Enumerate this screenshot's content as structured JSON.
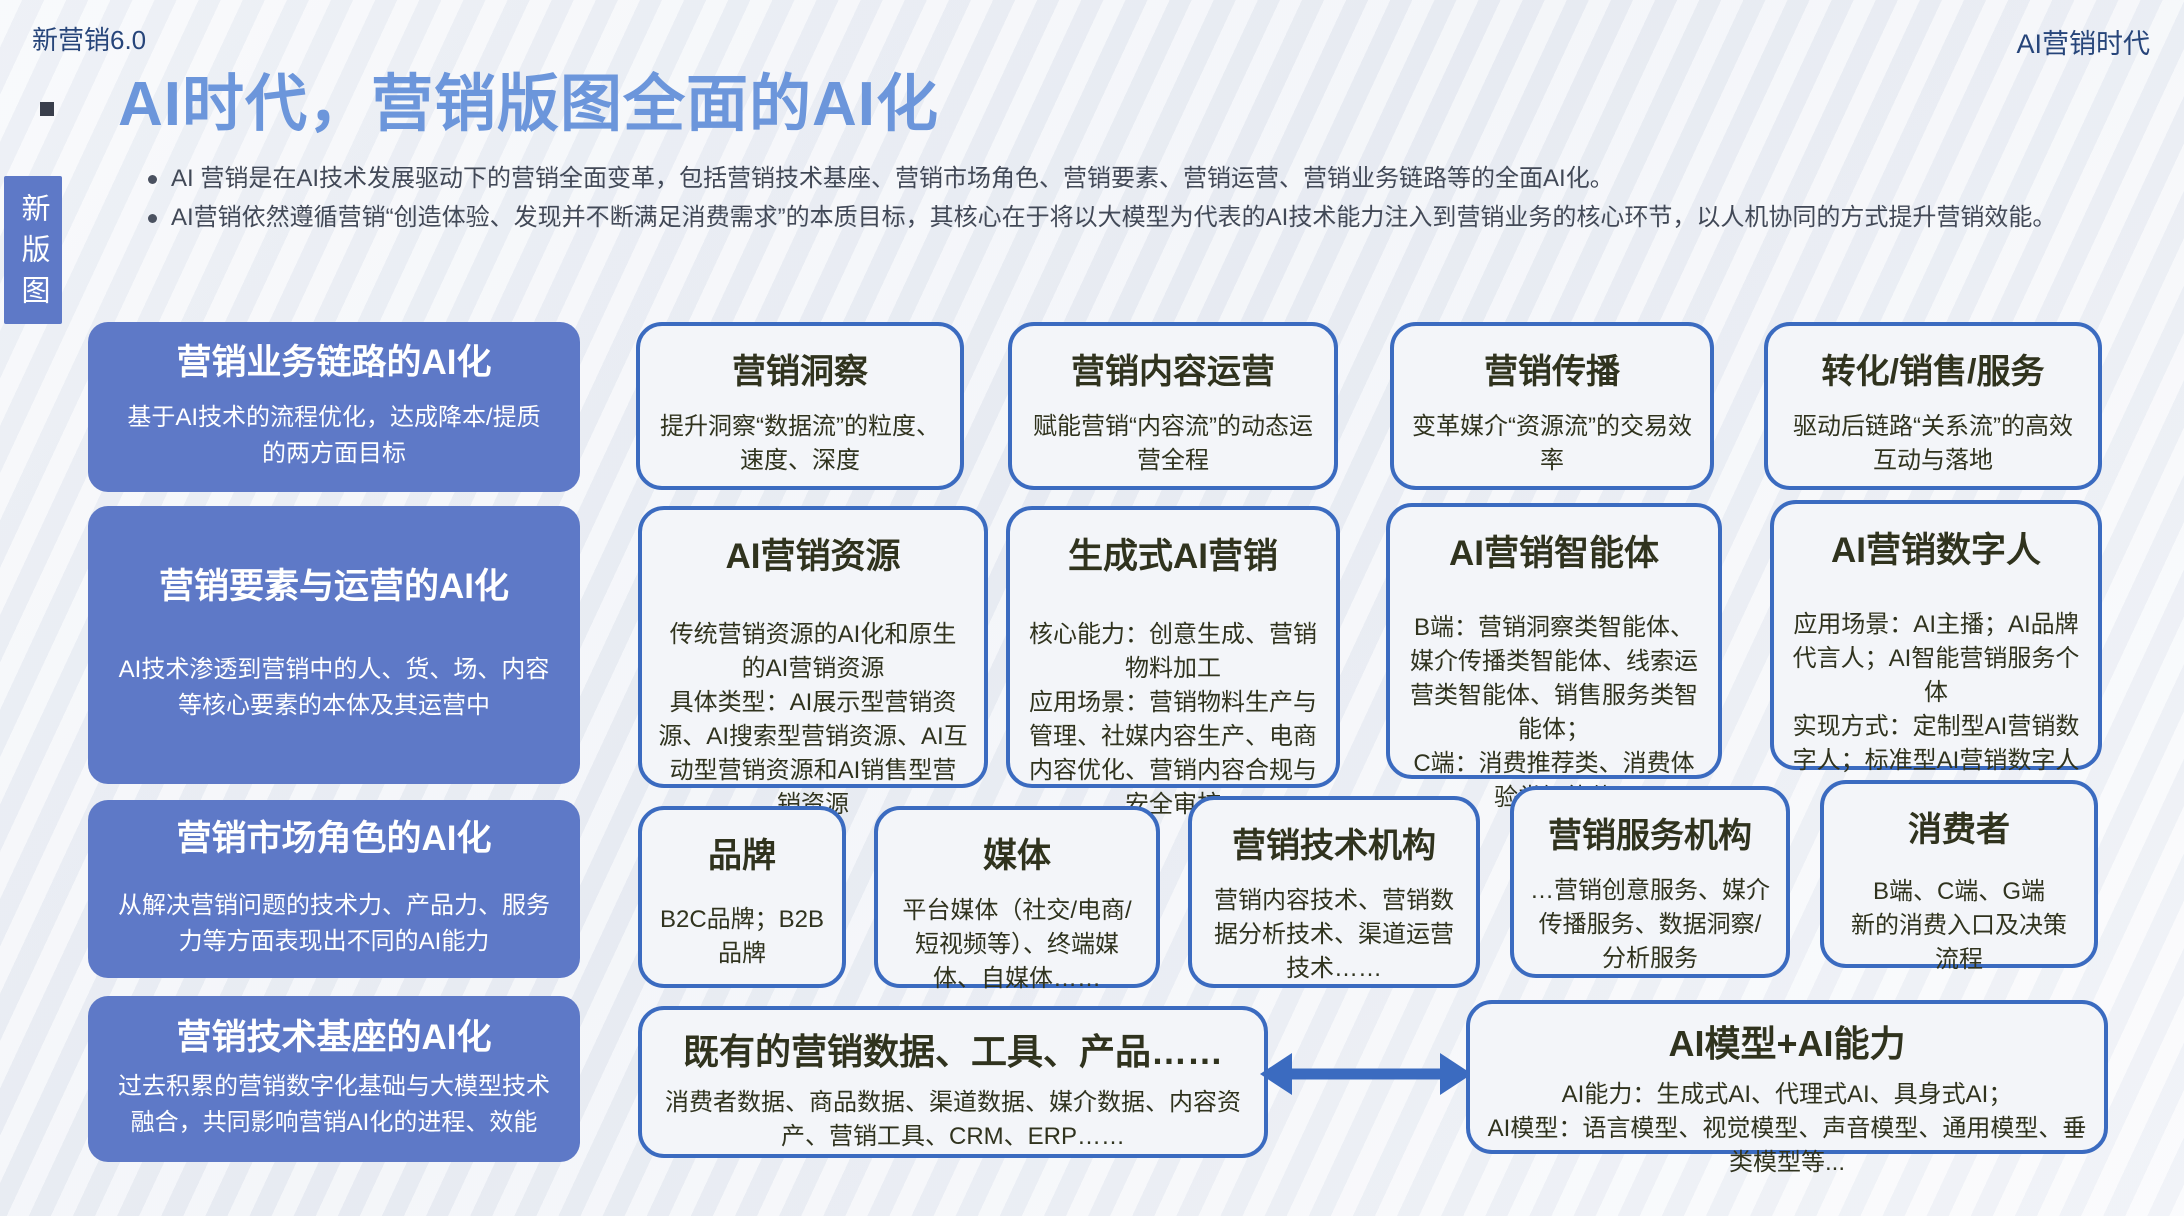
{
  "header": {
    "top_left": "新营销6.0",
    "top_right": "AI营销时代",
    "title": "AI时代，营销版图全面的AI化",
    "side_tab": "新版图",
    "bullets": [
      "AI 营销是在AI技术发展驱动下的营销全面变革，包括营销技术基座、营销市场角色、营销要素、营销运营、营销业务链路等的全面AI化。",
      "AI营销依然遵循营销“创造体验、发现并不断满足消费需求”的本质目标，其核心在于将以大模型为代表的AI技术能力注入到营销业务的核心环节，以人机协同的方式提升营销效能。"
    ]
  },
  "left_column": [
    {
      "title": "营销业务链路的AI化",
      "body": "基于AI技术的流程优化，达成降本/提质的两方面目标"
    },
    {
      "title": "营销要素与运营的AI化",
      "body": "AI技术渗透到营销中的人、货、场、内容等核心要素的本体及其运营中"
    },
    {
      "title": "营销市场角色的AI化",
      "body": "从解决营销问题的技术力、产品力、服务力等方面表现出不同的AI能力"
    },
    {
      "title": "营销技术基座的AI化",
      "body": "过去积累的营销数字化基础与大模型技术融合，共同影响营销AI化的进程、效能"
    }
  ],
  "row1": [
    {
      "title": "营销洞察",
      "body": "提升洞察“数据流”的粒度、速度、深度"
    },
    {
      "title": "营销内容运营",
      "body": "赋能营销“内容流”的动态运营全程"
    },
    {
      "title": "营销传播",
      "body": "变革媒介“资源流”的交易效率"
    },
    {
      "title": "转化/销售/服务",
      "body": "驱动后链路“关系流”的高效互动与落地"
    }
  ],
  "row2": [
    {
      "title": "AI营销资源",
      "body": "传统营销资源的AI化和原生的AI营销资源\n具体类型：AI展示型营销资源、AI搜索型营销资源、AI互动型营销资源和AI销售型营销资源"
    },
    {
      "title": "生成式AI营销",
      "body": "核心能力：创意生成、营销物料加工\n应用场景：营销物料生产与管理、社媒内容生产、电商内容优化、营销内容合规与安全审核"
    },
    {
      "title": "AI营销智能体",
      "body": "B端：营销洞察类智能体、媒介传播类智能体、线索运营类智能体、销售服务类智能体；\nC端：消费推荐类、消费体验类智能体"
    },
    {
      "title": "AI营销数字人",
      "body": "应用场景：AI主播；AI品牌代言人；AI智能营销服务个体\n实现方式：定制型AI营销数字人；标准型AI营销数字人"
    }
  ],
  "row3": [
    {
      "title": "品牌",
      "body": "B2C品牌；B2B品牌"
    },
    {
      "title": "媒体",
      "body": "平台媒体（社交/电商/短视频等）、终端媒体、自媒体……"
    },
    {
      "title": "营销技术机构",
      "body": "营销内容技术、营销数据分析技术、渠道运营技术……"
    },
    {
      "title": "营销服务机构",
      "body": "…营销创意服务、媒介传播服务、数据洞察/分析服务"
    },
    {
      "title": "消费者",
      "body": "B端、C端、G端\n新的消费入口及决策流程"
    }
  ],
  "row4": [
    {
      "title": "既有的营销数据、工具、产品……",
      "body": "消费者数据、商品数据、渠道数据、媒介数据、内容资产、营销工具、CRM、ERP……"
    },
    {
      "title": "AI模型+AI能力",
      "body": "AI能力：生成式AI、代理式AI、具身式AI；\nAI模型：语言模型、视觉模型、声音模型、通用模型、垂类模型等..."
    }
  ],
  "colors": {
    "accent_blue": "#3B6BC0",
    "panel_blue": "#5E79C7",
    "title_blue": "#6C96DB",
    "header_navy": "#27457A",
    "text_dark": "#30331E",
    "body_text": "#424957",
    "card_bg": "#F3F5F9",
    "page_bg": "#EEF1F6"
  }
}
